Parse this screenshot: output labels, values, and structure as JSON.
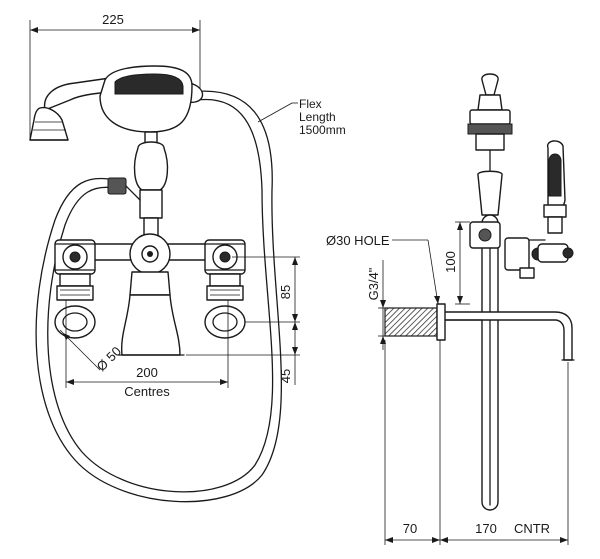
{
  "dimensions": {
    "overall_width": "225",
    "hose_note_line1": "Flex",
    "hose_note_line2": "Length",
    "hose_note_line3": "1500mm",
    "centres_value": "200",
    "centres_label": "Centres",
    "outlet_diameter": "Ø 50",
    "height_85": "85",
    "height_45": "45",
    "hole_label": "Ø30 HOLE",
    "thread_label": "G3/4\"",
    "height_100": "100",
    "depth_70": "70",
    "spout_reach": "170",
    "spout_reach_unit": "CNTR"
  }
}
